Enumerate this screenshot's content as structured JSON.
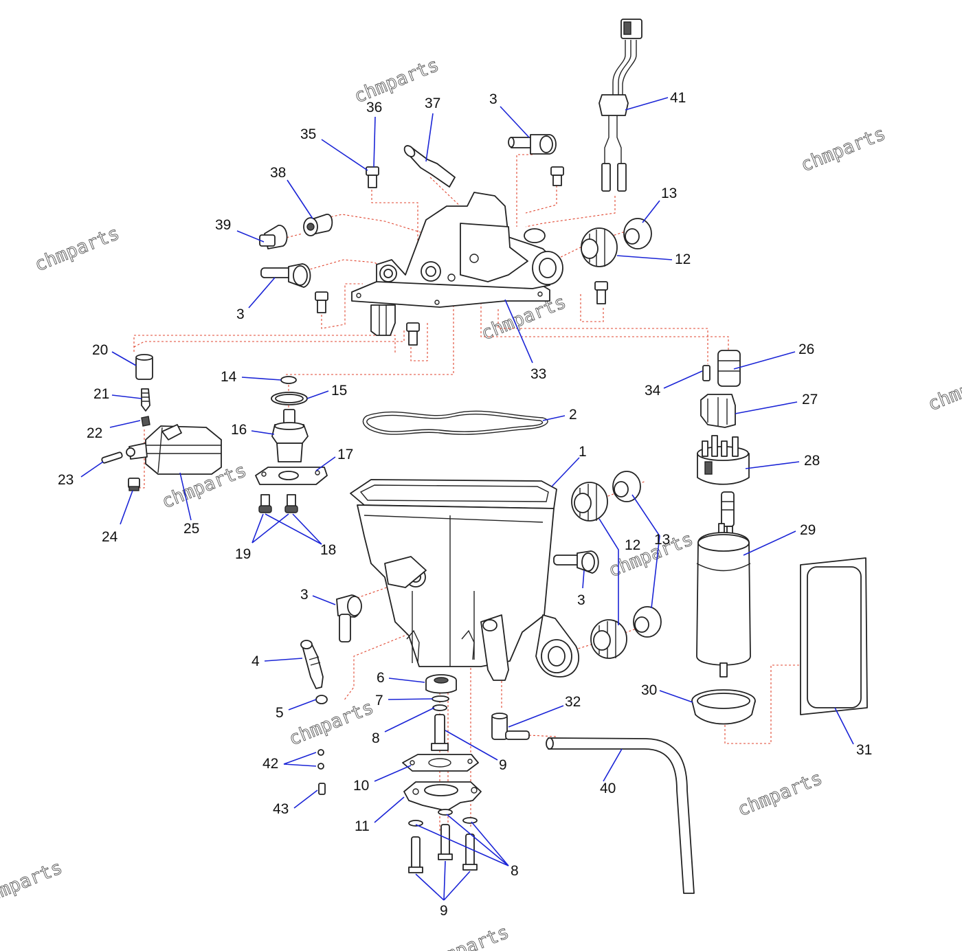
{
  "watermark_text": "chmparts",
  "callouts": {
    "c41": "41",
    "c37": "37",
    "c36": "36",
    "c35": "35",
    "c3a": "3",
    "c38": "38",
    "c39": "39",
    "c3b": "3",
    "c13a": "13",
    "c12a": "12",
    "c33": "33",
    "c20": "20",
    "c14": "14",
    "c15": "15",
    "c21": "21",
    "c22": "22",
    "c16": "16",
    "c2": "2",
    "c17": "17",
    "c23": "23",
    "c24": "24",
    "c25": "25",
    "c19": "19",
    "c18": "18",
    "c1": "1",
    "c26": "26",
    "c34": "34",
    "c27": "27",
    "c28": "28",
    "c29": "29",
    "c12b": "12",
    "c13b": "13",
    "c3c": "3",
    "c3d": "3",
    "c4": "4",
    "c5": "5",
    "c6": "6",
    "c7": "7",
    "c8a": "8",
    "c32": "32",
    "c9a": "9",
    "c30": "30",
    "c31": "31",
    "c42": "42",
    "c10": "10",
    "c43": "43",
    "c11": "11",
    "c40": "40",
    "c8b": "8",
    "c9b": "9"
  },
  "colors": {
    "leader": "#1a24d6",
    "guide": "#e0452f",
    "line": "#222222"
  }
}
